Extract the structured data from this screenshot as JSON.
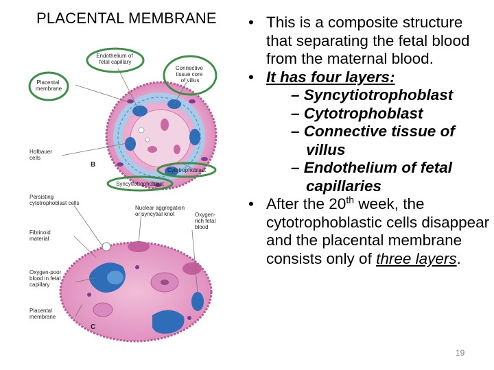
{
  "slide": {
    "title": "PLACENTAL MEMBRANE",
    "page_number": "19"
  },
  "bullets": {
    "b1": "This is a composite structure that separating the fetal blood from the maternal blood.",
    "b2_intro": "It has four layers:",
    "layers": [
      "Syncytiotrophoblast",
      "Cytotrophoblast",
      "Connective tissue of villus",
      "Endothelium of fetal capillaries"
    ],
    "b3_pre": "After the 20",
    "b3_sup": "th",
    "b3_mid": " week, the cytotrophoblastic cells disappear and the placental membrane consists only of ",
    "b3_em": "three layers",
    "b3_end": "."
  },
  "figure": {
    "labels": {
      "endothelium": [
        "Endothelium of",
        "fetal capillary"
      ],
      "placental_membrane_top": [
        "Placental",
        "membrane"
      ],
      "connective": [
        "Connective",
        "tissue core",
        "of villus"
      ],
      "hofbauer": [
        "Hofbauer",
        "cells"
      ],
      "panel_b": "B",
      "cytotrophoblast": "Cytotrophoblast",
      "syncytiotrophoblast": "Syncytiotrophoblast",
      "persisting": [
        "Persisting",
        "cytotrophoblast cells"
      ],
      "nuclear": [
        "Nuclear aggregation",
        "or syncytial knot"
      ],
      "oxygen_rich": [
        "Oxygen-",
        "rich fetal",
        "blood"
      ],
      "fibrinoid": [
        "Fibrinoid",
        "material"
      ],
      "oxygen_poor": [
        "Oxygen-poor",
        "blood in fetal",
        "capillary"
      ],
      "placental_membrane_bottom": [
        "Placental",
        "membrane"
      ],
      "panel_c": "C"
    },
    "colors": {
      "villus_fill": "#e58ec1",
      "villus_edge": "#b65a94",
      "capillary_blue": "#2f6db8",
      "capillary_light": "#bcd7ee",
      "callout_green": "#3f8f4a"
    }
  }
}
